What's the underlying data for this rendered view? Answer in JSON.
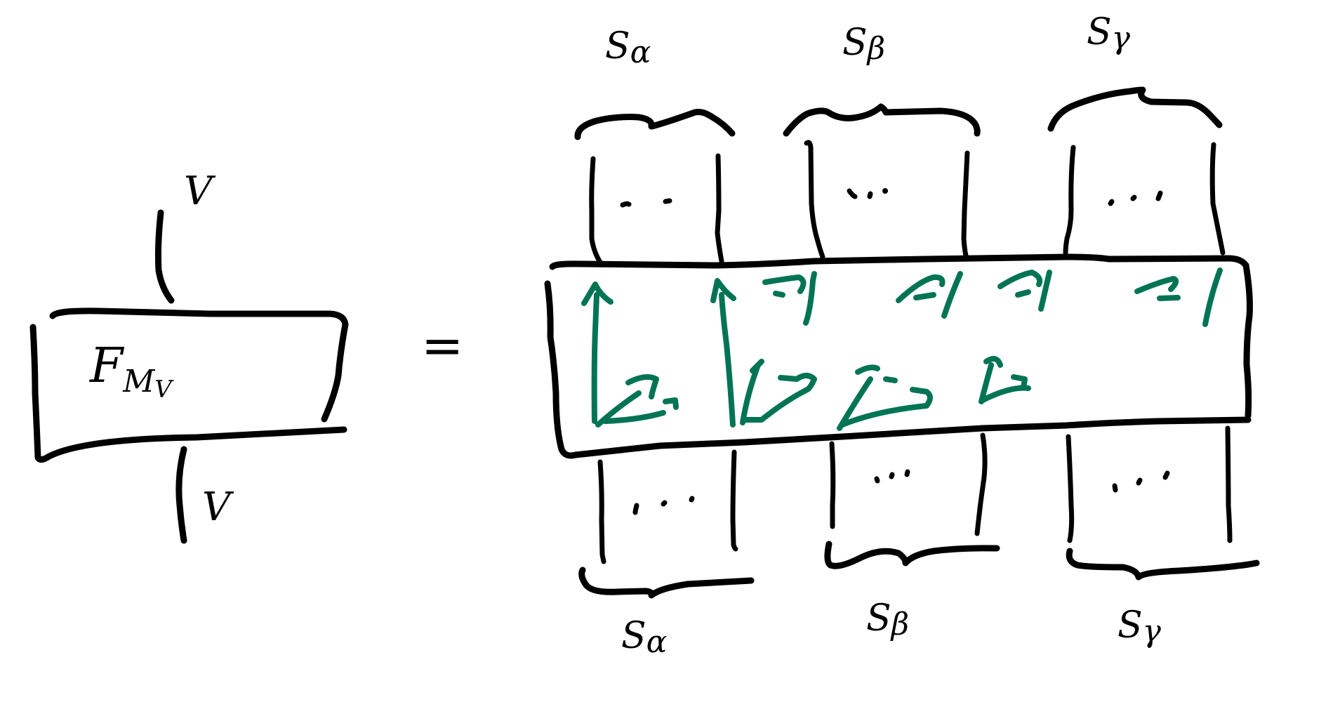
{
  "diagram": {
    "description": "Hand-drawn string/tensor-network equation: a box F_{M_V} with one input wire V and one output wire V equals a large box with three grouped strand bundles on top and three on bottom, connected internally by green arrows.",
    "colors": {
      "ink": "#000000",
      "arrow": "#007454",
      "background": "#ffffff"
    },
    "lhs": {
      "box_label": {
        "base": "F",
        "sub": "M",
        "subsub": "V"
      },
      "top_wire_label": "V",
      "bottom_wire_label": "V"
    },
    "equals_sign": "=",
    "rhs": {
      "top_groups": [
        {
          "label_base": "S",
          "label_sub": "α",
          "ellipsis": "· ·"
        },
        {
          "label_base": "S",
          "label_sub": "β",
          "ellipsis": "· · ·"
        },
        {
          "label_base": "S",
          "label_sub": "γ",
          "ellipsis": "· · ·"
        }
      ],
      "bottom_groups": [
        {
          "label_base": "S",
          "label_sub": "α",
          "ellipsis": "· · ·"
        },
        {
          "label_base": "S",
          "label_sub": "β",
          "ellipsis": "· · ·"
        },
        {
          "label_base": "S",
          "label_sub": "γ",
          "ellipsis": "· · ·"
        }
      ],
      "arrow_count_top_row": 6,
      "arrow_count_bottom_row": 4,
      "arrow_style": "green up-pointing arrows fanning into top strands, with dashed trailing strokes"
    }
  }
}
